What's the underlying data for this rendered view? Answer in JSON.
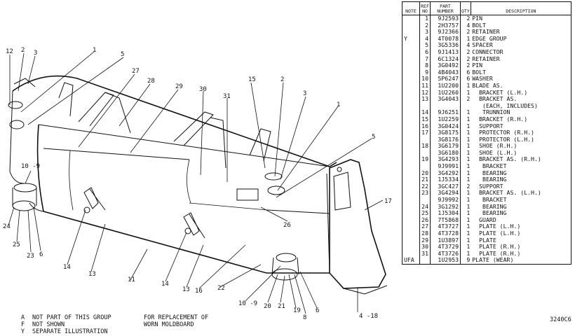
{
  "parts_table": {
    "headers": {
      "note": "NOTE",
      "ref": "REF NO",
      "part": "PART NUMBER",
      "qty": "QTY",
      "desc": "DESCRIPTION"
    },
    "rows": [
      {
        "note": "",
        "ref": "1",
        "part": "9J2593",
        "qty": "2",
        "desc": "PIN"
      },
      {
        "note": "",
        "ref": "2",
        "part": "2H3757",
        "qty": "4",
        "desc": "BOLT"
      },
      {
        "note": "",
        "ref": "3",
        "part": "9J2366",
        "qty": "2",
        "desc": "RETAINER"
      },
      {
        "note": "Y",
        "ref": "4",
        "part": "4T0078",
        "qty": "1",
        "desc": "EDGE GROUP"
      },
      {
        "note": "",
        "ref": "5",
        "part": "3G5336",
        "qty": "4",
        "desc": "SPACER"
      },
      {
        "note": "",
        "ref": "6",
        "part": "9J1413",
        "qty": "2",
        "desc": "CONNECTOR"
      },
      {
        "note": "",
        "ref": "7",
        "part": "6C1324",
        "qty": "2",
        "desc": "RETAINER"
      },
      {
        "note": "",
        "ref": "8",
        "part": "3G0492",
        "qty": "2",
        "desc": "PIN"
      },
      {
        "note": "",
        "ref": "9",
        "part": "4B4043",
        "qty": "6",
        "desc": "BOLT"
      },
      {
        "note": "",
        "ref": "10",
        "part": "5P6247",
        "qty": "6",
        "desc": "WASHER"
      },
      {
        "note": "",
        "ref": "11",
        "part": "1U2200",
        "qty": "1",
        "desc": "BLADE AS."
      },
      {
        "note": "",
        "ref": "12",
        "part": "1U2260",
        "qty": "1",
        "desc": "  BRACKET (L.H.)"
      },
      {
        "note": "",
        "ref": "13",
        "part": "3G4043",
        "qty": "2",
        "desc": "  BRACKET AS."
      },
      {
        "note": "",
        "ref": "",
        "part": "",
        "qty": "",
        "desc": "   (EACH, INCLUDES)"
      },
      {
        "note": "",
        "ref": "14",
        "part": "9J6251",
        "qty": "1",
        "desc": "   TRUNNION"
      },
      {
        "note": "",
        "ref": "15",
        "part": "1U2259",
        "qty": "1",
        "desc": "  BRACKET (R.H.)"
      },
      {
        "note": "",
        "ref": "16",
        "part": "3G0424",
        "qty": "1",
        "desc": "  SUPPORT"
      },
      {
        "note": "",
        "ref": "17",
        "part": "3G8175",
        "qty": "1",
        "desc": "  PROTECTOR (R.H.)"
      },
      {
        "note": "",
        "ref": "",
        "part": "3G8176",
        "qty": "1",
        "desc": "  PROTECTOR (L.H.)"
      },
      {
        "note": "",
        "ref": "18",
        "part": "3G6179",
        "qty": "1",
        "desc": "  SHOE (R.H.)"
      },
      {
        "note": "",
        "ref": "",
        "part": "3G6180",
        "qty": "1",
        "desc": "  SHOE (L.H.)"
      },
      {
        "note": "",
        "ref": "19",
        "part": "3G4293",
        "qty": "1",
        "desc": "  BRACKET AS. (R.H.)"
      },
      {
        "note": "",
        "ref": "",
        "part": "9J9991",
        "qty": "1",
        "desc": "   BRACKET"
      },
      {
        "note": "",
        "ref": "20",
        "part": "3G4292",
        "qty": "1",
        "desc": "   BEARING"
      },
      {
        "note": "",
        "ref": "21",
        "part": "1J5334",
        "qty": "1",
        "desc": "   BEARING"
      },
      {
        "note": "",
        "ref": "22",
        "part": "3GC427",
        "qty": "2",
        "desc": "  SUPPORT"
      },
      {
        "note": "",
        "ref": "23",
        "part": "3G4294",
        "qty": "1",
        "desc": "  BRACKET AS. (L.H.)"
      },
      {
        "note": "",
        "ref": "",
        "part": "9J9992",
        "qty": "1",
        "desc": "   BRACKET"
      },
      {
        "note": "",
        "ref": "24",
        "part": "3G1292",
        "qty": "1",
        "desc": "   BEARING"
      },
      {
        "note": "",
        "ref": "25",
        "part": "1J5304",
        "qty": "1",
        "desc": "   BEARING"
      },
      {
        "note": "",
        "ref": "26",
        "part": "7T5868",
        "qty": "1",
        "desc": "  GUARD"
      },
      {
        "note": "",
        "ref": "27",
        "part": "4T3727",
        "qty": "1",
        "desc": "  PLATE (L.H.)"
      },
      {
        "note": "",
        "ref": "28",
        "part": "4T3728",
        "qty": "1",
        "desc": "  PLATE (L.H.)"
      },
      {
        "note": "",
        "ref": "29",
        "part": "1U3897",
        "qty": "1",
        "desc": "  PLATE"
      },
      {
        "note": "",
        "ref": "30",
        "part": "4T3729",
        "qty": "1",
        "desc": "  PLATE (R.H.)"
      },
      {
        "note": "",
        "ref": "31",
        "part": "4T3726",
        "qty": "1",
        "desc": "  PLATE (R.H.)"
      },
      {
        "note": "UFA",
        "ref": "",
        "part": "1U2953",
        "qty": "9",
        "desc": "PLATE (WEAR)"
      }
    ]
  },
  "legend": [
    {
      "key": "A",
      "text": "NOT PART OF THIS GROUP"
    },
    {
      "key": "F",
      "text": "NOT SHOWN"
    },
    {
      "key": "Y",
      "text": "SEPARATE ILLUSTRATION"
    }
  ],
  "replacement_note": {
    "line1": "FOR REPLACEMENT OF",
    "line2": "WORN MOLDBOARD"
  },
  "figure_ref": "3240C6",
  "callouts": {
    "c12": "12",
    "c2a": "2",
    "c3a": "3",
    "c1a": "1",
    "c5a": "5",
    "c27": "27",
    "c28": "28",
    "c29": "29",
    "c30": "30",
    "c31": "31",
    "c15": "15",
    "c2b": "2",
    "c3b": "3",
    "c1b": "1",
    "c5b": "5",
    "c10a": "10 -9",
    "c24": "24",
    "c25": "25",
    "c23": "23",
    "c6a": "6",
    "c14a": "14",
    "c13a": "13",
    "c11": "11",
    "c14b": "14",
    "c13b": "13",
    "c16": "16",
    "c22": "22",
    "c26": "26",
    "c17": "17",
    "c10b": "10 -9",
    "c20": "20",
    "c21": "21",
    "c19": "19",
    "c8": "8",
    "c6b": "6",
    "c418": "4 -18"
  }
}
